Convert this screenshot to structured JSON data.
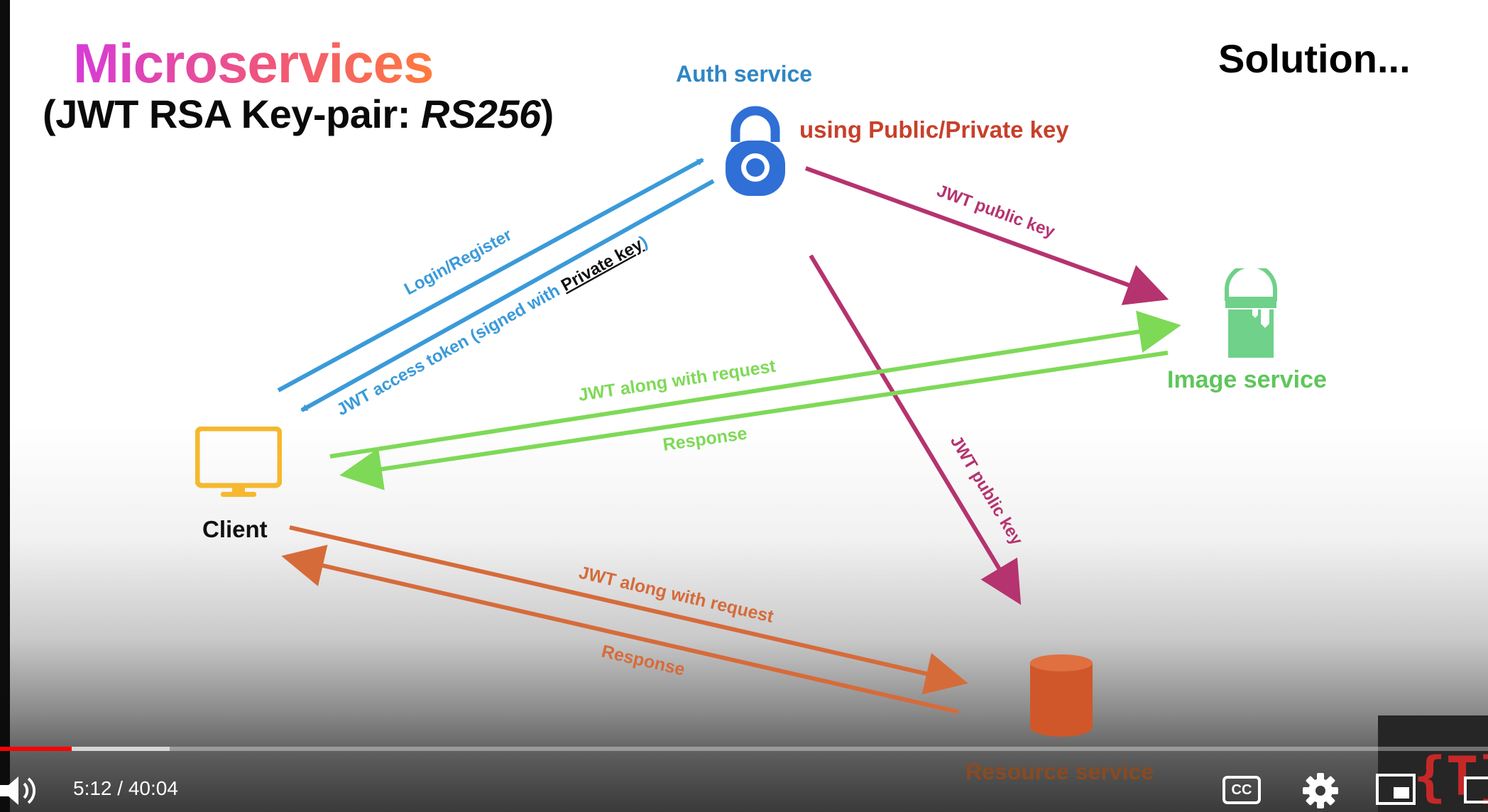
{
  "slide": {
    "title": "Microservices",
    "subtitle_prefix": "(JWT RSA Key-pair: ",
    "subtitle_alg": "RS256",
    "subtitle_suffix": ")",
    "solution": "Solution...",
    "nodes": {
      "auth": "Auth service",
      "auth_note": "using Public/Private key",
      "image": "Image service",
      "client": "Client",
      "resource": "Resource service"
    },
    "edges": {
      "login": "Login/Register",
      "access_token_prefix": "JWT access token (signed with ",
      "access_token_key": "Private key",
      "access_token_suffix": ")",
      "public_key_image": "JWT public key",
      "public_key_resource": "JWT public key",
      "image_request": "JWT along with request",
      "image_response": "Response",
      "resource_request": "JWT along with request",
      "resource_response": "Response"
    },
    "colors": {
      "blue": "#3a9ad9",
      "magenta": "#b5336f",
      "green": "#7ed957",
      "orange": "#d66b3a",
      "yellow": "#f5b82e",
      "red_note": "#c7402a"
    }
  },
  "player": {
    "time": "5:12 / 40:04",
    "progress_percent": 13,
    "buffered_percent": 30,
    "cc_label": "CC",
    "icons": [
      "volume-icon",
      "cc-icon",
      "settings-icon",
      "miniplayer-icon",
      "theater-icon"
    ]
  }
}
